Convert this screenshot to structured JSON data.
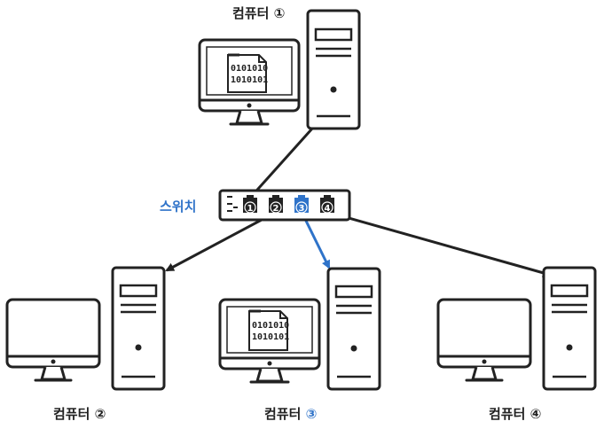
{
  "labels": {
    "computer1": "컴퓨터 ①",
    "computer2": "컴퓨터 ②",
    "computer3_text": "컴퓨터",
    "computer3_num": "③",
    "computer4": "컴퓨터 ④",
    "switch": "스위치"
  },
  "switch_ports": [
    "1",
    "2",
    "3",
    "4"
  ],
  "highlighted_port": "3",
  "file_bits": [
    "0101010",
    "1010101"
  ],
  "colors": {
    "line": "#222222",
    "highlight": "#2f73c9"
  }
}
